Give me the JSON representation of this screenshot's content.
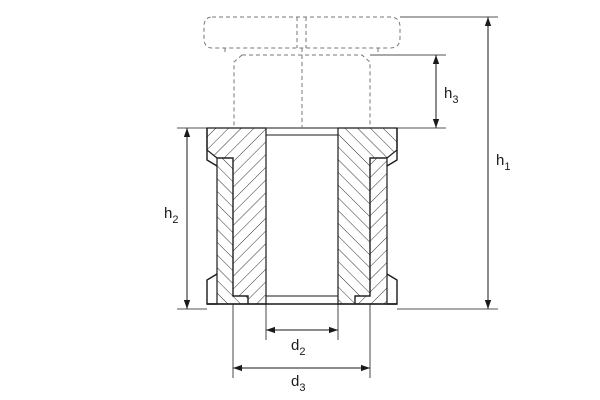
{
  "diagram": {
    "labels": {
      "h1": {
        "main": "h",
        "sub": "1"
      },
      "h2": {
        "main": "h",
        "sub": "2"
      },
      "h3": {
        "main": "h",
        "sub": "3"
      },
      "d2": {
        "main": "d",
        "sub": "2"
      },
      "d3": {
        "main": "d",
        "sub": "3"
      }
    },
    "colors": {
      "line": "#1a1a1a",
      "hatch": "#333333",
      "dashed": "#777777",
      "background": "#ffffff"
    }
  }
}
